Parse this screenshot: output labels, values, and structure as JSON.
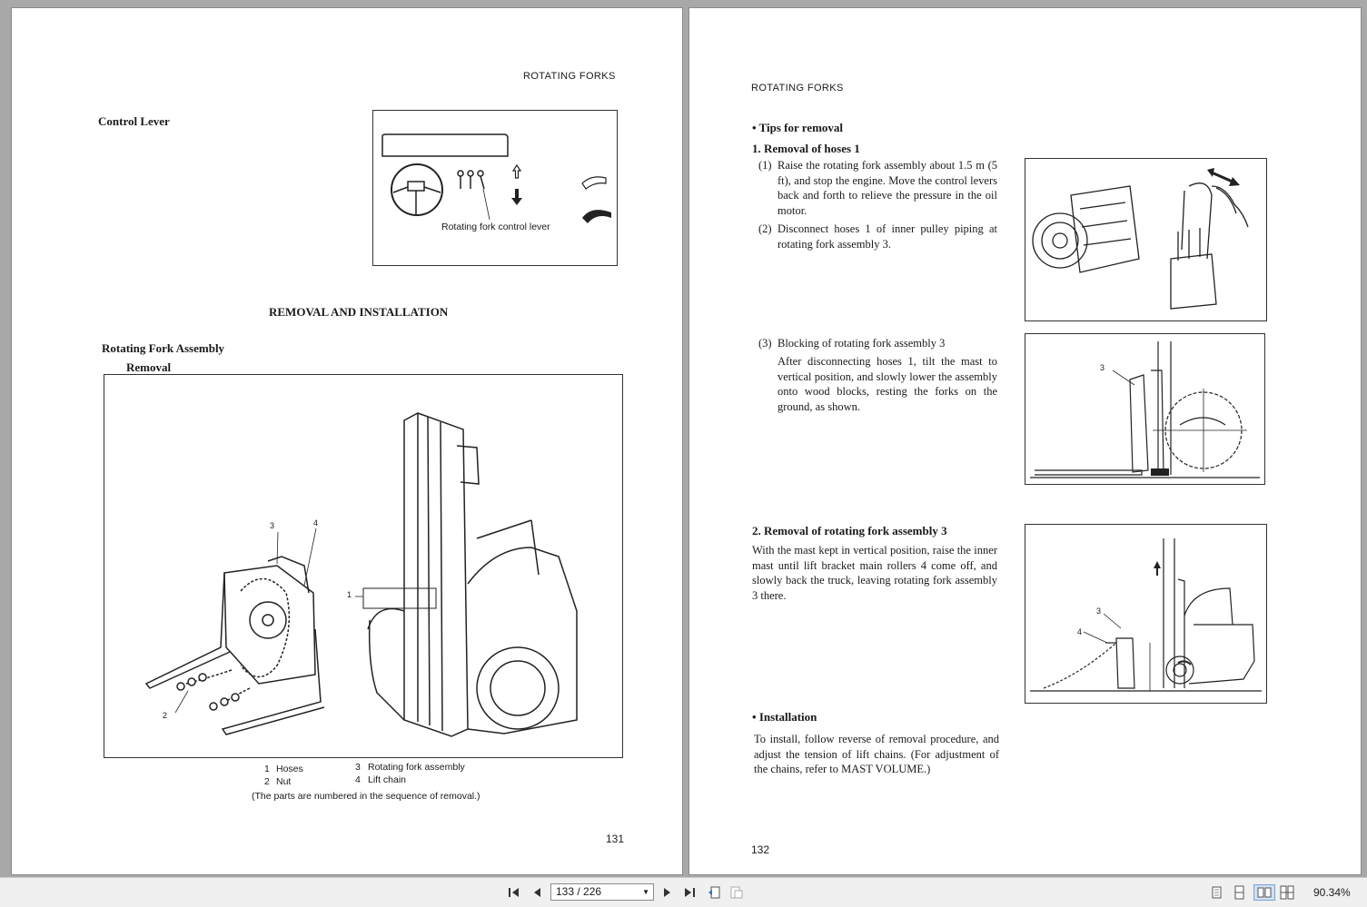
{
  "left_page": {
    "header": "ROTATING FORKS",
    "control_lever_heading": "Control Lever",
    "control_lever_fig_label": "Rotating fork control lever",
    "section_title": "REMOVAL AND INSTALLATION",
    "assembly_heading": "Rotating Fork Assembly",
    "removal_heading": "Removal",
    "figure_callouts": [
      "1",
      "2",
      "3",
      "4"
    ],
    "legend": [
      {
        "num": "1",
        "label": "Hoses"
      },
      {
        "num": "2",
        "label": "Nut"
      },
      {
        "num": "3",
        "label": "Rotating fork assembly"
      },
      {
        "num": "4",
        "label": "Lift chain"
      }
    ],
    "legend_note": "(The parts are numbered in the sequence of removal.)",
    "page_number": "131"
  },
  "right_page": {
    "header": "ROTATING FORKS",
    "tips_heading": "Tips for removal",
    "step1_heading": "1. Removal of hoses 1",
    "step1_1_num": "(1)",
    "step1_1_text": "Raise the rotating fork assembly about 1.5 m (5 ft), and stop the engine. Move the control levers back and forth to relieve the pressure in the oil motor.",
    "step1_2_num": "(2)",
    "step1_2_text": "Disconnect hoses 1 of inner pulley piping at rotating fork assembly 3.",
    "step1_3_num": "(3)",
    "step1_3_title": "Blocking of rotating fork assembly 3",
    "step1_3_text": "After disconnecting hoses 1, tilt the mast to vertical position, and slowly lower the assembly onto wood blocks, resting the forks on the ground, as shown.",
    "fig2_callouts": [
      "3"
    ],
    "step2_heading": "2. Removal of rotating fork assembly 3",
    "step2_text": "With the mast kept in vertical position, raise the inner mast until lift bracket main rollers 4 come off, and slowly back the truck, leaving rotating fork assembly 3 there.",
    "fig3_callouts": [
      "3",
      "4"
    ],
    "install_heading": "Installation",
    "install_text": "To install, follow reverse of removal procedure, and adjust the tension of lift chains. (For adjustment of the chains, refer to MAST VOLUME.)",
    "page_number": "132"
  },
  "toolbar": {
    "page_indicator": "133 / 226",
    "zoom": "90.34%"
  }
}
